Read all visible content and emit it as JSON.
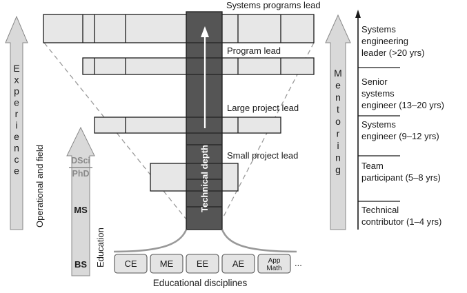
{
  "role_levels": [
    {
      "label": "Systems programs lead"
    },
    {
      "label": "Program lead"
    },
    {
      "label": "Large project lead"
    },
    {
      "label": "Small project lead"
    }
  ],
  "technical_depth_label": "Technical depth",
  "experience_letters": [
    "E",
    "x",
    "p",
    "e",
    "r",
    "i",
    "e",
    "n",
    "c",
    "e"
  ],
  "operational_label": "Operational and field",
  "education": {
    "label": "Education",
    "levels": {
      "dsci": "DSci",
      "phd": "PhD",
      "ms": "MS",
      "bs": "BS"
    }
  },
  "disciplines": {
    "caption": "Educational disciplines",
    "items": [
      {
        "lines": [
          "CE"
        ]
      },
      {
        "lines": [
          "ME"
        ]
      },
      {
        "lines": [
          "EE"
        ]
      },
      {
        "lines": [
          "AE"
        ]
      },
      {
        "lines": [
          "App",
          "Math"
        ]
      }
    ],
    "more": "..."
  },
  "mentoring_letters": [
    "M",
    "e",
    "n",
    "t",
    "o",
    "r",
    "i",
    "n",
    "g"
  ],
  "career_stages": [
    {
      "lines": [
        "Systems",
        "engineering",
        "leader (>20 yrs)"
      ]
    },
    {
      "lines": [
        "Senior",
        "systems",
        "engineer (13–20 yrs)"
      ]
    },
    {
      "lines": [
        "Systems",
        "engineer (9–12 yrs)"
      ]
    },
    {
      "lines": [
        "Team",
        "participant (5–8 yrs)"
      ]
    },
    {
      "lines": [
        "Technical",
        "contributor (1–4 yrs)"
      ]
    }
  ],
  "colors": {
    "depth_column": "#555555",
    "bar_fill": "#e7e7e7",
    "arrow_fill": "#d9d9d9"
  }
}
